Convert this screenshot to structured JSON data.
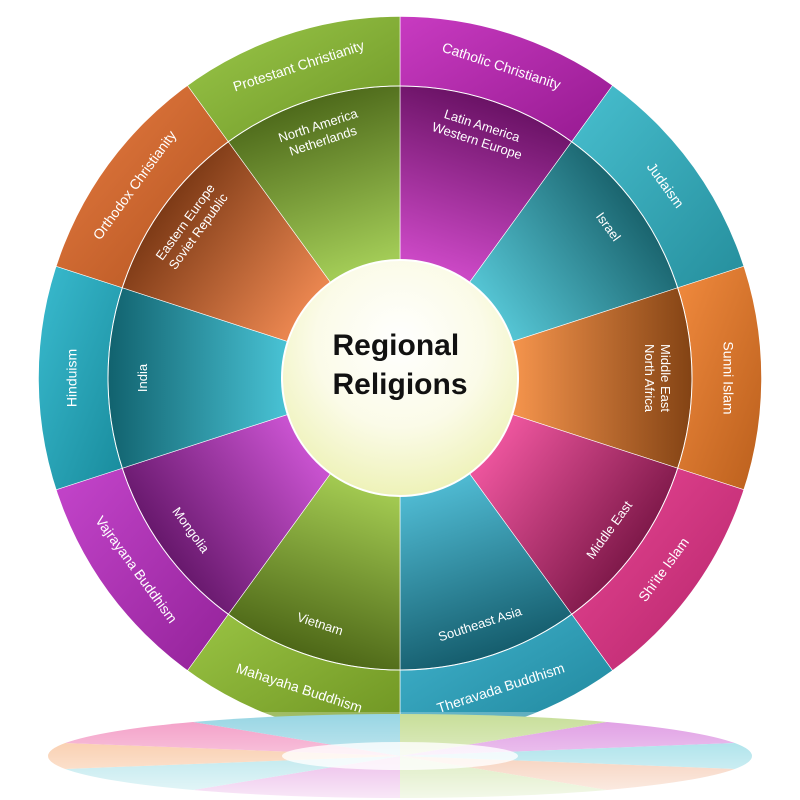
{
  "title_lines": [
    "Regional",
    "Religions"
  ],
  "segments": [
    {
      "religion": "Catholic Christianity",
      "region": [
        "Latin America",
        "Western Europe"
      ],
      "color": "#c020b8"
    },
    {
      "religion": "Judaism",
      "region": [
        "Israel"
      ],
      "color": "#2fb6c8"
    },
    {
      "religion": "Sunni Islam",
      "region": [
        "Middle East",
        "North Africa"
      ],
      "color": "#ef7a24"
    },
    {
      "religion": "Shi'ite Islam",
      "region": [
        "Middle East"
      ],
      "color": "#e62e86"
    },
    {
      "religion": "Theravada Buddhism",
      "region": [
        "Southeast Asia"
      ],
      "color": "#27a9c6"
    },
    {
      "religion": "Mahayaha Buddhism",
      "region": [
        "Vietnam"
      ],
      "color": "#8cbc2a"
    },
    {
      "religion": "Vajrayana Buddhism",
      "region": [
        "Mongolia"
      ],
      "color": "#bc2cc4"
    },
    {
      "religion": "Hinduism",
      "region": [
        "India"
      ],
      "color": "#1fb2c8"
    },
    {
      "religion": "Orthodox Christianity",
      "region": [
        "Eastern Europe",
        "Soviet Republic"
      ],
      "color": "#e46a28"
    },
    {
      "religion": "Protestant Christianity",
      "region": [
        "North America",
        "Netherlands"
      ],
      "color": "#8dc031"
    }
  ]
}
